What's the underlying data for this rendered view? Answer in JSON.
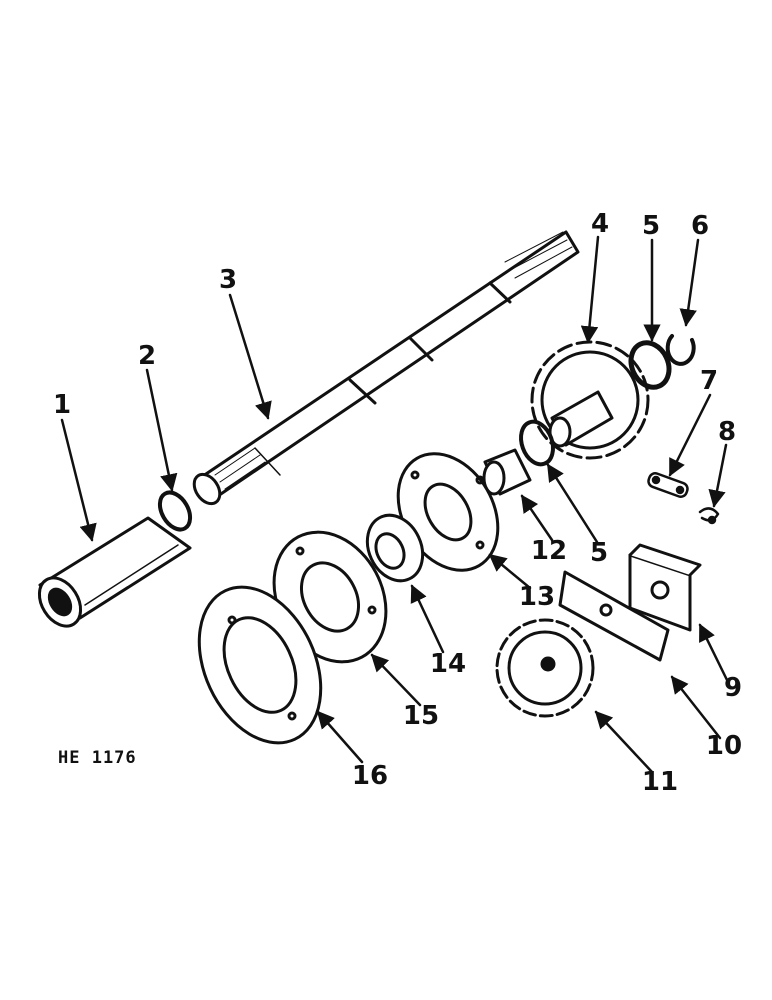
{
  "figure_code": "HE 1176",
  "callouts": [
    "1",
    "2",
    "3",
    "4",
    "5",
    "6",
    "7",
    "8",
    "9",
    "10",
    "11",
    "12",
    "5",
    "13",
    "14",
    "15",
    "16"
  ],
  "colors": {
    "ink": "#111111",
    "paper": "#ffffff"
  }
}
